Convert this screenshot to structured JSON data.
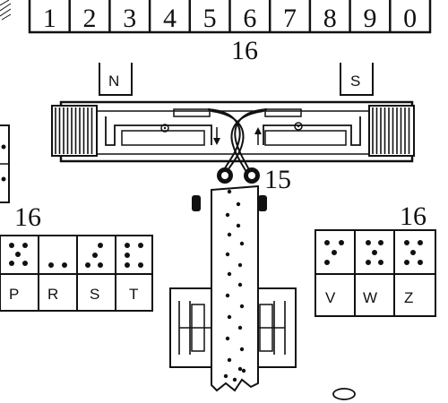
{
  "digit_strip": [
    "1",
    "2",
    "3",
    "4",
    "5",
    "6",
    "7",
    "8",
    "9",
    "0"
  ],
  "callouts": {
    "magnet_label": "16",
    "wire_label": "15",
    "left_table_label": "16",
    "right_table_label": "16"
  },
  "poles": {
    "north": "N",
    "south": "S"
  },
  "left_table": {
    "letters": [
      "P",
      "R",
      "S",
      "T"
    ]
  },
  "right_table": {
    "letters": [
      "V",
      "W",
      "Z"
    ]
  }
}
